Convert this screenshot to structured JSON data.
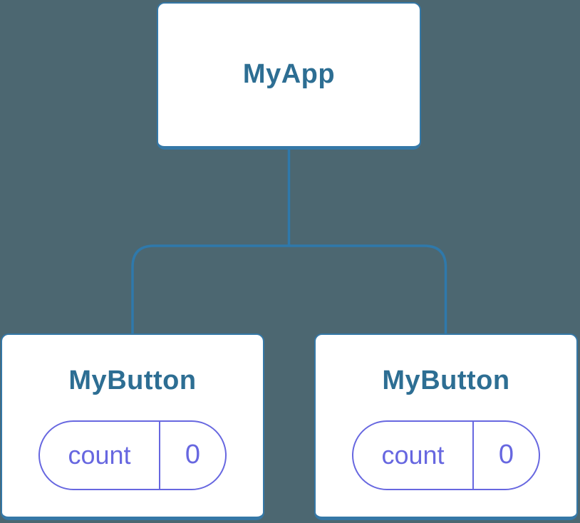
{
  "theme": {
    "canvas-bg": "#4C6771",
    "node-border": "#3578A7",
    "node-title": "#2D6E93",
    "pill-accent": "#6767E0",
    "node-bg": "#FFFFFF"
  },
  "tree": {
    "root": {
      "label": "MyApp"
    },
    "children": [
      {
        "label": "MyButton",
        "state": {
          "name": "count",
          "value": "0"
        }
      },
      {
        "label": "MyButton",
        "state": {
          "name": "count",
          "value": "0"
        }
      }
    ]
  }
}
